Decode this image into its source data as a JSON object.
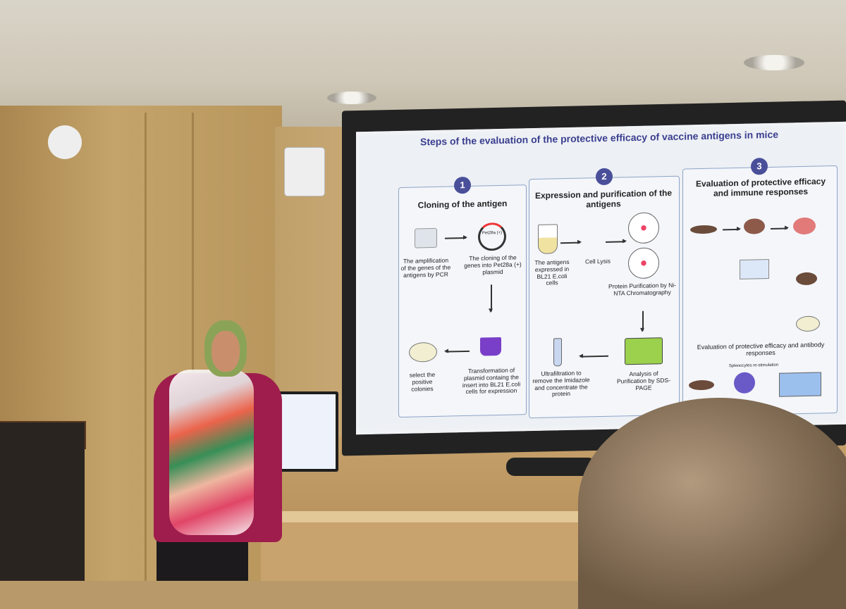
{
  "slide": {
    "title": "Steps of the evaluation of the protective efficacy of vaccine antigens in mice",
    "step1": {
      "number": "1",
      "heading": "Cloning of the antigen",
      "pcr": "The amplification of the genes of the antigens by PCR",
      "plasmid_label": "Pet28a (+)",
      "cloning": "The cloning of the genes into Pet28a (+) plasmid",
      "transformation": "Transformation of plasmid containg the insert into BL21 E.coli cells for expression",
      "select": "select the positive colonies"
    },
    "step2": {
      "number": "2",
      "heading": "Expression and purification of the antigens",
      "expressed": "The antigens expressed in BL21 E.coli cells",
      "lysis": "Cell Lysis",
      "purification": "Protein Purification by Ni-NTA Chromatography",
      "sds": "Analysis of Purification by SDS-PAGE",
      "ultrafiltration": "Ultrafiltration to remove the Imidazole and concentrate the protein"
    },
    "step3": {
      "number": "3",
      "heading": "Evaluation of protective efficacy and immune responses",
      "antibody": "Evaluation of protective efficacy and antibody responses",
      "splenocytes": "Splenocytes re-stimulation"
    }
  }
}
